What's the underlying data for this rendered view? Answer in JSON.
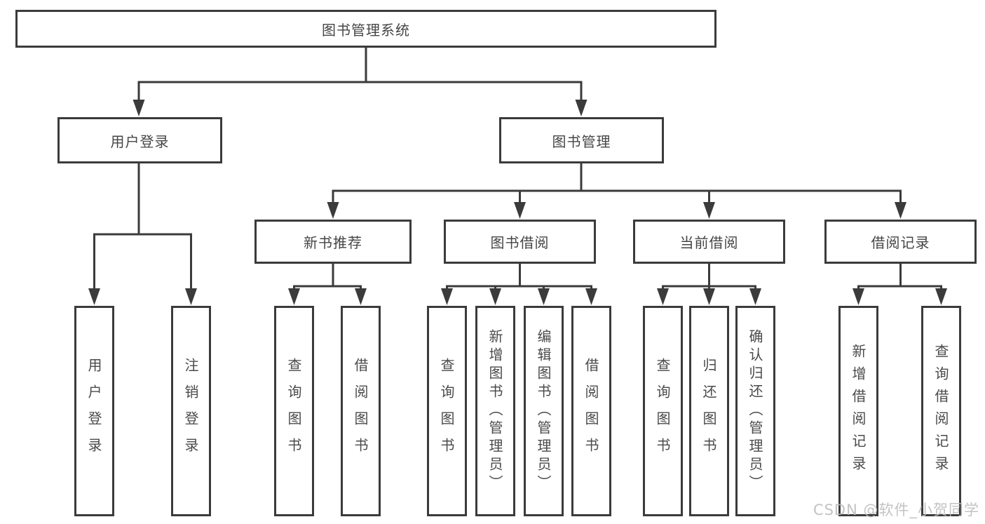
{
  "tree": {
    "label": "图书管理系统",
    "children": [
      {
        "label": "用户登录",
        "children": [
          {
            "label": "用户登录"
          },
          {
            "label": "注销登录"
          }
        ]
      },
      {
        "label": "图书管理",
        "children": [
          {
            "label": "新书推荐",
            "children": [
              {
                "label": "查询图书"
              },
              {
                "label": "借阅图书"
              }
            ]
          },
          {
            "label": "图书借阅",
            "children": [
              {
                "label": "查询图书"
              },
              {
                "label": "新增图书（管理员）"
              },
              {
                "label": "编辑图书（管理员）"
              },
              {
                "label": "借阅图书"
              }
            ]
          },
          {
            "label": "当前借阅",
            "children": [
              {
                "label": "查询图书"
              },
              {
                "label": "归还图书"
              },
              {
                "label": "确认归还（管理员）"
              }
            ]
          },
          {
            "label": "借阅记录",
            "children": [
              {
                "label": "新增借阅记录"
              },
              {
                "label": "查询借阅记录"
              }
            ]
          }
        ]
      }
    ]
  },
  "watermark": {
    "text": "CSDN @软件_小贺同学"
  },
  "colors": {
    "line": "#3b3b3b",
    "box_border": "#3b3b3b",
    "text": "#454545",
    "watermark": "#bdbdbd",
    "background": "#ffffff"
  }
}
